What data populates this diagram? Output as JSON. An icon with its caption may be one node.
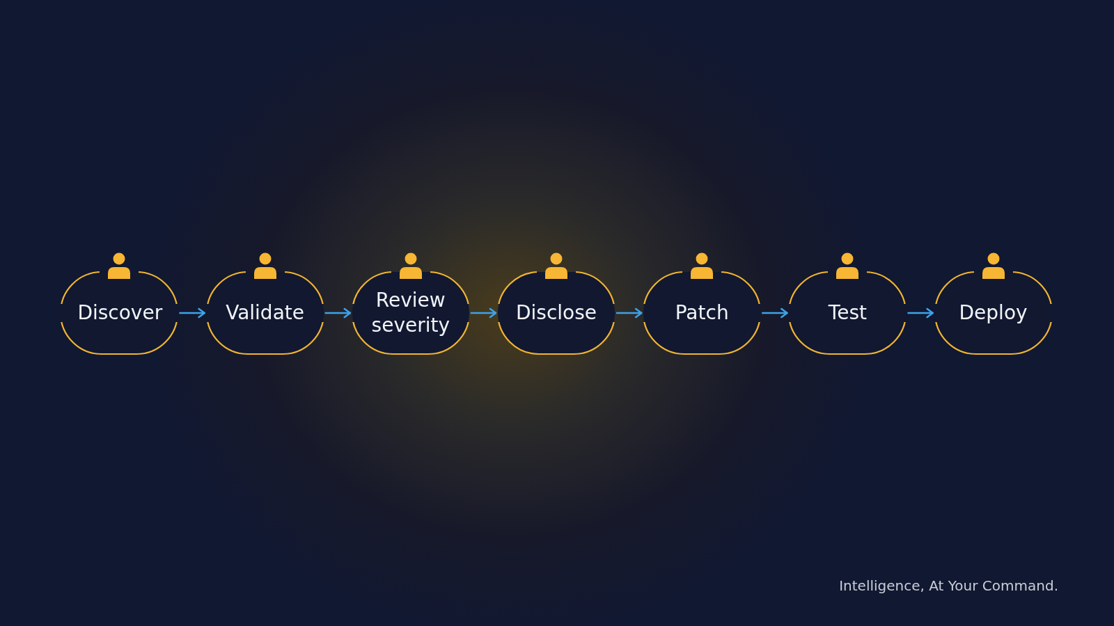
{
  "diagram": {
    "nodes": [
      {
        "text": [
          "Discover"
        ]
      },
      {
        "text": [
          "Validate"
        ]
      },
      {
        "text": [
          "Review severity"
        ]
      },
      {
        "text": [
          "Disclose"
        ]
      },
      {
        "text": [
          "Patch"
        ]
      },
      {
        "text": [
          "Test"
        ]
      },
      {
        "text": [
          "Deploy"
        ]
      }
    ],
    "edges": [
      {
        "from": 0,
        "to": 1,
        "arrow": "to"
      },
      {
        "from": 1,
        "to": 2,
        "arrow": "to"
      },
      {
        "from": 2,
        "to": 3,
        "arrow": "to"
      },
      {
        "from": 3,
        "to": 4,
        "arrow": "to"
      },
      {
        "from": 4,
        "to": 5,
        "arrow": "to"
      },
      {
        "from": 5,
        "to": 6,
        "arrow": "to"
      }
    ],
    "labels": [
      "Intelligence, At Your Command."
    ]
  }
}
